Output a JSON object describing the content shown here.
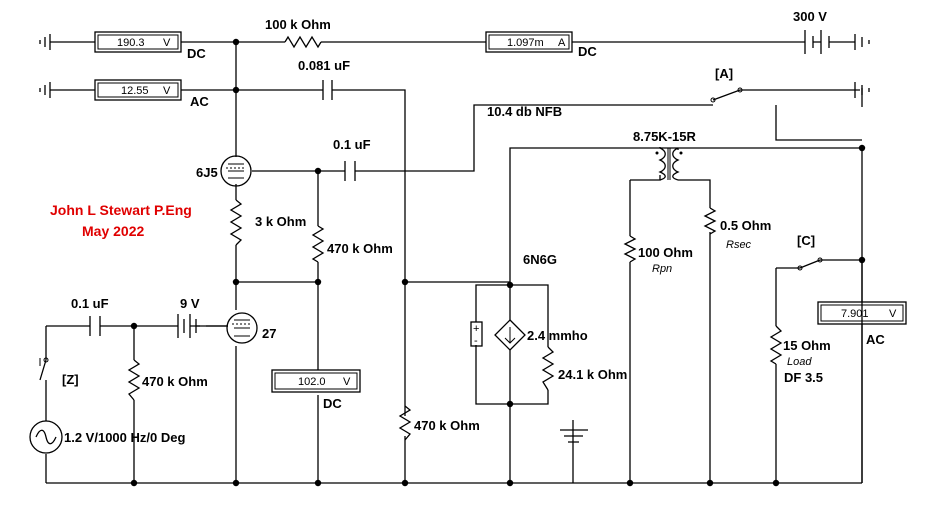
{
  "credits": {
    "author": "John L Stewart P.Eng",
    "date": "May 2022"
  },
  "meters": {
    "dc_top": {
      "value": "190.3",
      "unit": "V",
      "mode": "DC"
    },
    "ac_top": {
      "value": "12.55",
      "unit": "V",
      "mode": "AC"
    },
    "dc_current": {
      "value": "1.097m",
      "unit": "A",
      "mode": "DC"
    },
    "dc_mid": {
      "value": "102.0",
      "unit": "V",
      "mode": "DC"
    },
    "ac_out": {
      "value": "7.901",
      "unit": "V",
      "mode": "AC"
    }
  },
  "components": {
    "r_100k": "100 k Ohm",
    "supply": "300 V",
    "c_0081": "0.081 uF",
    "switch_a": "[A]",
    "nfb": "10.4 db NFB",
    "c_01_top": "0.1 uF",
    "transformer": "8.75K-15R",
    "tube_6j5": "6J5",
    "r_3k": "3 k Ohm",
    "r_470k_mid": "470 k Ohm",
    "tube_6n6g": "6N6G",
    "r_100": "100  Ohm",
    "r_100_sub": "Rpn",
    "r_05": "0.5  Ohm",
    "r_05_sub": "Rsec",
    "switch_c": "[C]",
    "c_01_in": "0.1 uF",
    "bias": "9 V",
    "tube_27": "27",
    "gm": "2.4 mmho",
    "r_241k": "24.1 k Ohm",
    "r_15": "15  Ohm",
    "r_15_sub": "Load",
    "df": "DF 3.5",
    "switch_z": "[Z]",
    "r_470k_in": "470 k Ohm",
    "source": "1.2 V/1000 Hz/0 Deg",
    "r_470k_low": "470 k Ohm"
  }
}
